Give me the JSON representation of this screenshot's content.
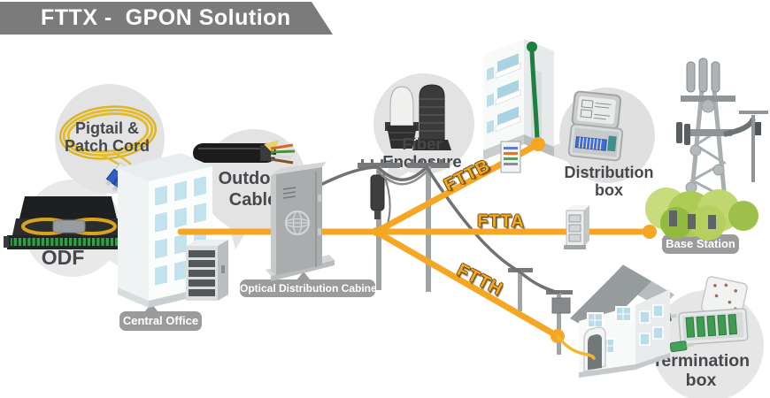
{
  "title": "FTTX -  GPON Solution",
  "bubbles": {
    "pigtail": {
      "line1": "Pigtail &",
      "line2": "Patch Cord"
    },
    "outdoor_cable": {
      "line1": "Outdoor",
      "line2": "Cable"
    },
    "fiber_enclosure": {
      "line1": "Fiber",
      "line2": "Enclosure"
    },
    "distribution_box": {
      "line1": "Distribution",
      "line2": "box"
    },
    "termination_box": {
      "line1": "Termination",
      "line2": "box"
    }
  },
  "nodes": {
    "odf": "ODF",
    "central_office": "Central Office",
    "optical_distribution_cabinet": "Optical Distribution Cabinet",
    "base_station": "Base Station"
  },
  "routes": {
    "fttb": "FTTB",
    "ftta": "FTTA",
    "ftth": "FTTH"
  },
  "colors": {
    "accent_orange": "#F5A623",
    "drop_yellow": "#F2B72F",
    "banner_gray": "#7B7B7B",
    "bubble_gray": "#E3E3E3",
    "pill_gray": "#9B9B9B",
    "label_text": "#45494D",
    "riser_green": "#1E8040",
    "messenger_cable_gray": "#6F7173"
  }
}
